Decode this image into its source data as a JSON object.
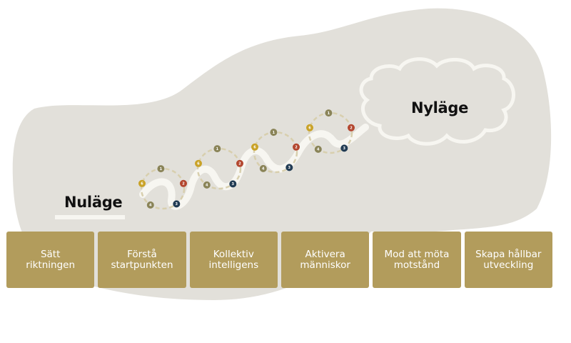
{
  "labels": {
    "start": "Nuläge",
    "end": "Nyläge"
  },
  "steps": [
    {
      "label": "Sätt\nriktningen"
    },
    {
      "label": "Förstå\nstartpunkten"
    },
    {
      "label": "Kollektiv\nintelligens"
    },
    {
      "label": "Aktivera\nmänniskor"
    },
    {
      "label": "Mod att möta\nmotstånd"
    },
    {
      "label": "Skapa hållbar\nutveckling"
    }
  ],
  "colors": {
    "blob": "#e2e0da",
    "path": "#f7f6f1",
    "step_box": "#b29c5c",
    "step_text": "#ffffff",
    "loop_stroke": "#d8cfae",
    "marker_yellow": "#c9a227",
    "marker_olive": "#8a8458",
    "marker_red": "#b3462e",
    "marker_navy": "#223c54"
  },
  "loops": [
    {
      "markers": [
        "6",
        "1",
        "2",
        "3",
        "4"
      ]
    },
    {
      "markers": [
        "6",
        "1",
        "2",
        "3",
        "4"
      ]
    },
    {
      "markers": [
        "6",
        "1",
        "2",
        "3",
        "4"
      ]
    },
    {
      "markers": [
        "6",
        "1",
        "2",
        "3",
        "4"
      ]
    }
  ]
}
